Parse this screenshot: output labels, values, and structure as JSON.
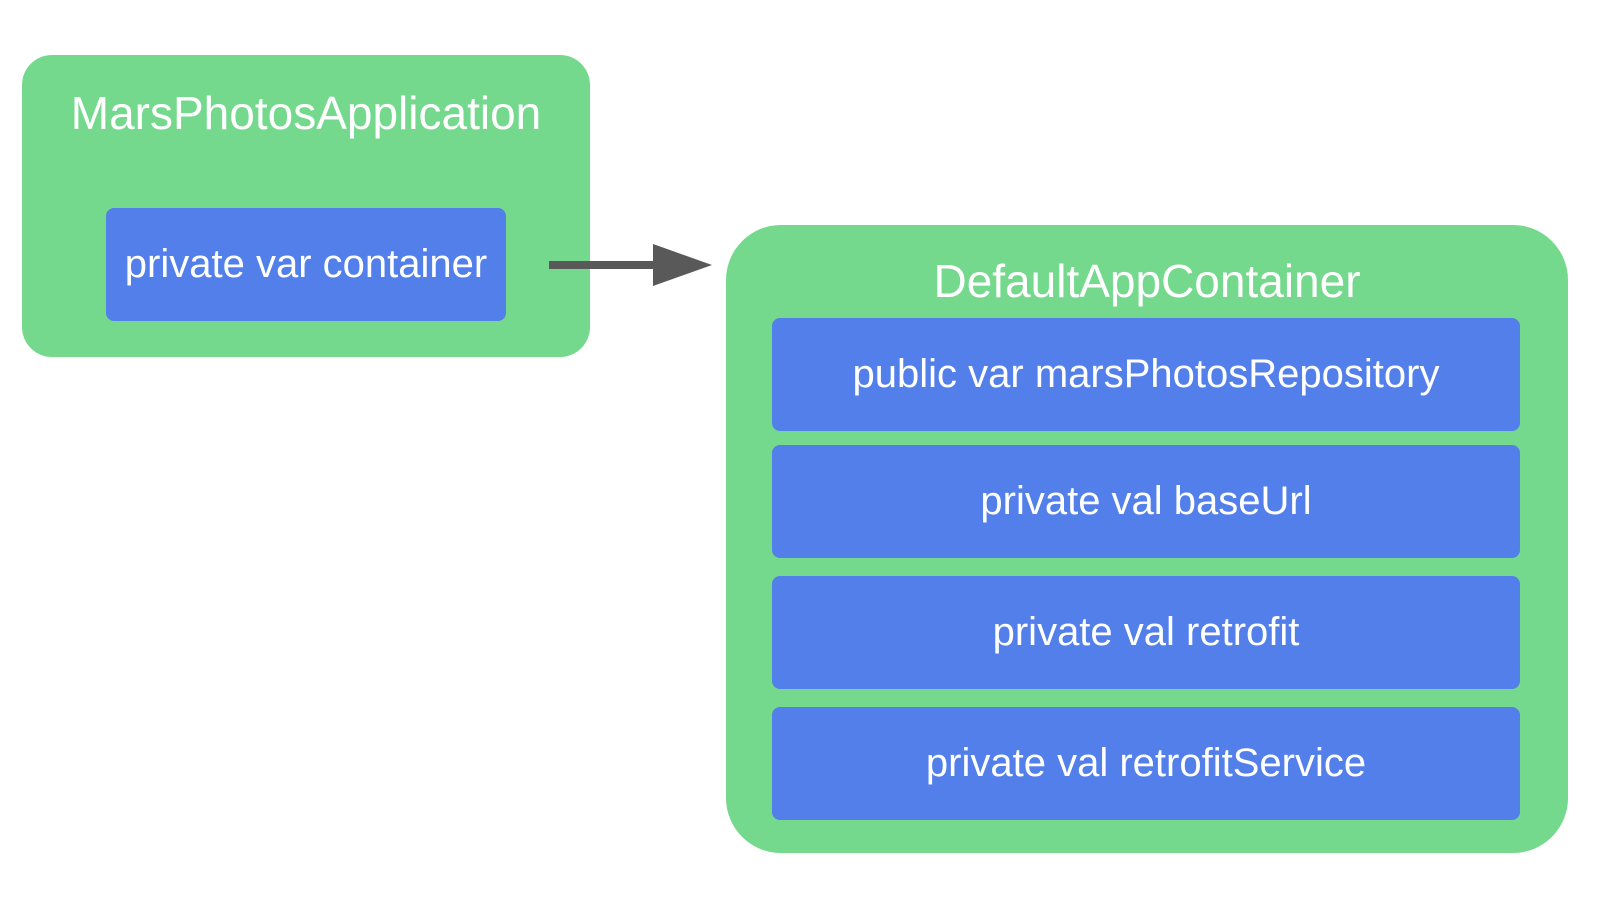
{
  "diagram": {
    "source": {
      "title": "MarsPhotosApplication",
      "fields": [
        "private var container"
      ]
    },
    "target": {
      "title": "DefaultAppContainer",
      "fields": [
        "public var marsPhotosRepository",
        "private val baseUrl",
        "private val retrofit",
        "private val retrofitService"
      ]
    }
  },
  "colors": {
    "group_fill": "#74d98d",
    "field_fill": "#527fea",
    "text": "#ffffff",
    "arrow": "#595959"
  }
}
